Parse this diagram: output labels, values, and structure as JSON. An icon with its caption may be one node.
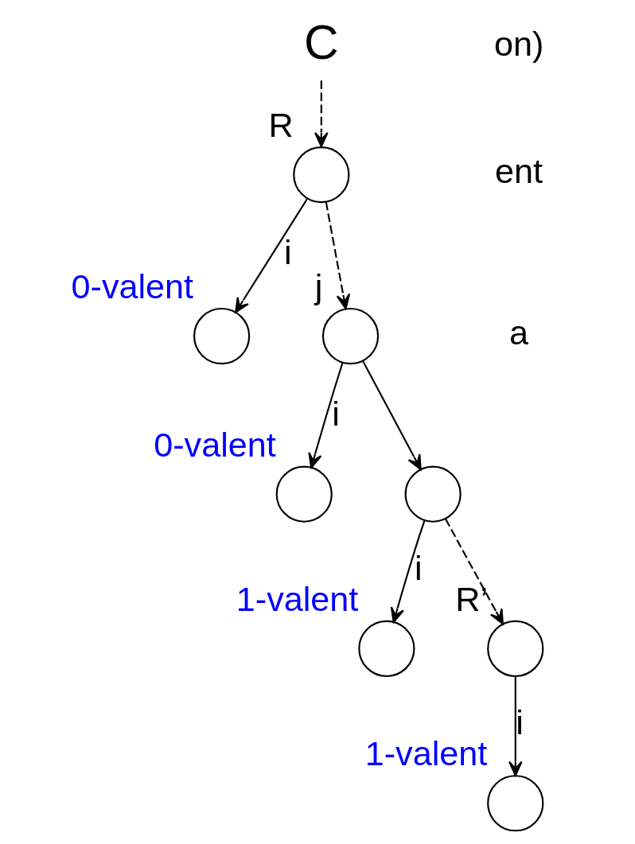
{
  "diagram": {
    "nodes": [
      {
        "text": [
          "C"
        ]
      },
      {
        "text": [],
        "shape": "circle",
        "beside": [
          "R"
        ]
      },
      {
        "text": [],
        "shape": "circle",
        "beside": [
          "0-valent"
        ]
      },
      {
        "text": [],
        "shape": "circle",
        "beside": [
          "j"
        ]
      },
      {
        "text": [],
        "shape": "circle",
        "beside": [
          "0-valent"
        ]
      },
      {
        "text": [],
        "shape": "circle"
      },
      {
        "text": [],
        "shape": "circle",
        "beside": [
          "1-valent"
        ]
      },
      {
        "text": [],
        "shape": "circle",
        "beside": [
          "R’"
        ]
      },
      {
        "text": [],
        "shape": "circle",
        "beside": [
          "1-valent"
        ]
      }
    ],
    "edges": [
      {
        "from": 0,
        "to": 1,
        "arrow": "to",
        "style": "dashed"
      },
      {
        "from": 1,
        "to": 2,
        "arrow": "to",
        "label": "i"
      },
      {
        "from": 1,
        "to": 3,
        "arrow": "to",
        "style": "dashed"
      },
      {
        "from": 3,
        "to": 4,
        "arrow": "to",
        "label": "i"
      },
      {
        "from": 3,
        "to": 5,
        "arrow": "to"
      },
      {
        "from": 5,
        "to": 6,
        "arrow": "to",
        "label": "i"
      },
      {
        "from": 5,
        "to": 7,
        "arrow": "to",
        "style": "dashed"
      },
      {
        "from": 7,
        "to": 8,
        "arrow": "to",
        "label": "i"
      }
    ],
    "labels": [
      "on)",
      "ent",
      "a"
    ]
  }
}
